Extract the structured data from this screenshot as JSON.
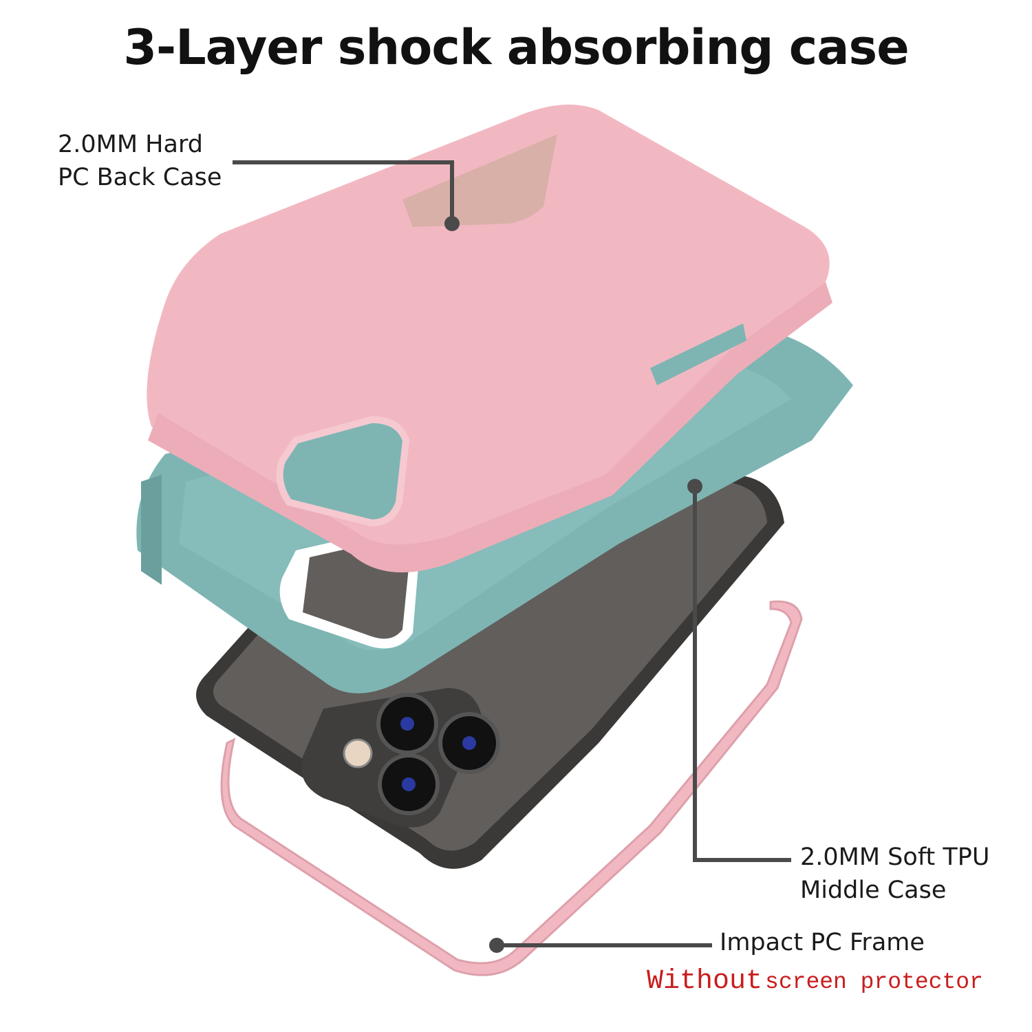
{
  "title": "3-Layer shock absorbing case",
  "callouts": [
    {
      "id": "back-case",
      "lines": [
        "2.0MM Hard",
        "PC Back Case"
      ]
    },
    {
      "id": "middle-case",
      "lines": [
        "2.0MM Soft TPU",
        "Middle Case"
      ]
    },
    {
      "id": "frame",
      "lines": [
        "Impact PC Frame"
      ]
    }
  ],
  "notice": {
    "first": "Without",
    "rest": "screen protector"
  },
  "colors": {
    "pink": "#f2b8c2",
    "pink_dark": "#dda0ab",
    "teal": "#7eb5b3",
    "teal_dark": "#6a9f9d",
    "phone": "#5f5b59",
    "phone_edge": "#3a3837",
    "leader": "#4a4a4a",
    "notice_red": "#c81d1d"
  }
}
